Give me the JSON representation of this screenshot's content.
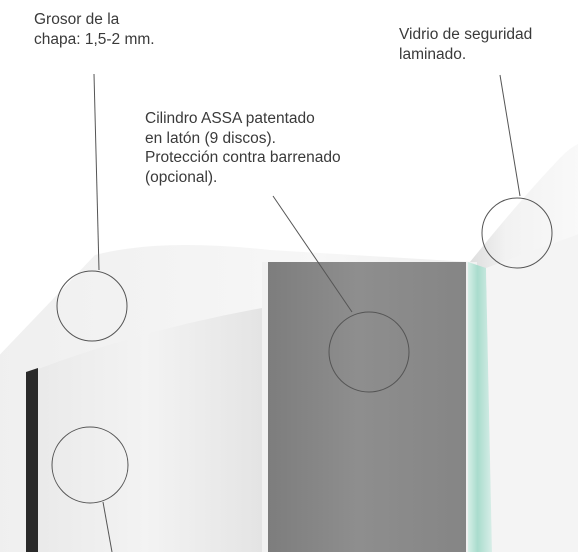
{
  "callouts": {
    "sheet_thickness": [
      "Grosor de la",
      "chapa: 1,5-2 mm."
    ],
    "safety_glass": [
      "Vidrio de seguridad",
      "laminado."
    ],
    "cylinder": [
      "Cilindro ASSA patentado",
      "en latón (9 discos).",
      "Protección contra barrenado",
      "(opcional)."
    ]
  },
  "colors": {
    "text": "#3a3a3a",
    "leader_line": "#555555",
    "panel_light": "#f4f4f4",
    "panel_shadow": "#e2e2e2",
    "cylinder_plate": "#8a8a8a",
    "frame_dark": "#2a2a2a",
    "glass_edge": "#bfe6da"
  }
}
